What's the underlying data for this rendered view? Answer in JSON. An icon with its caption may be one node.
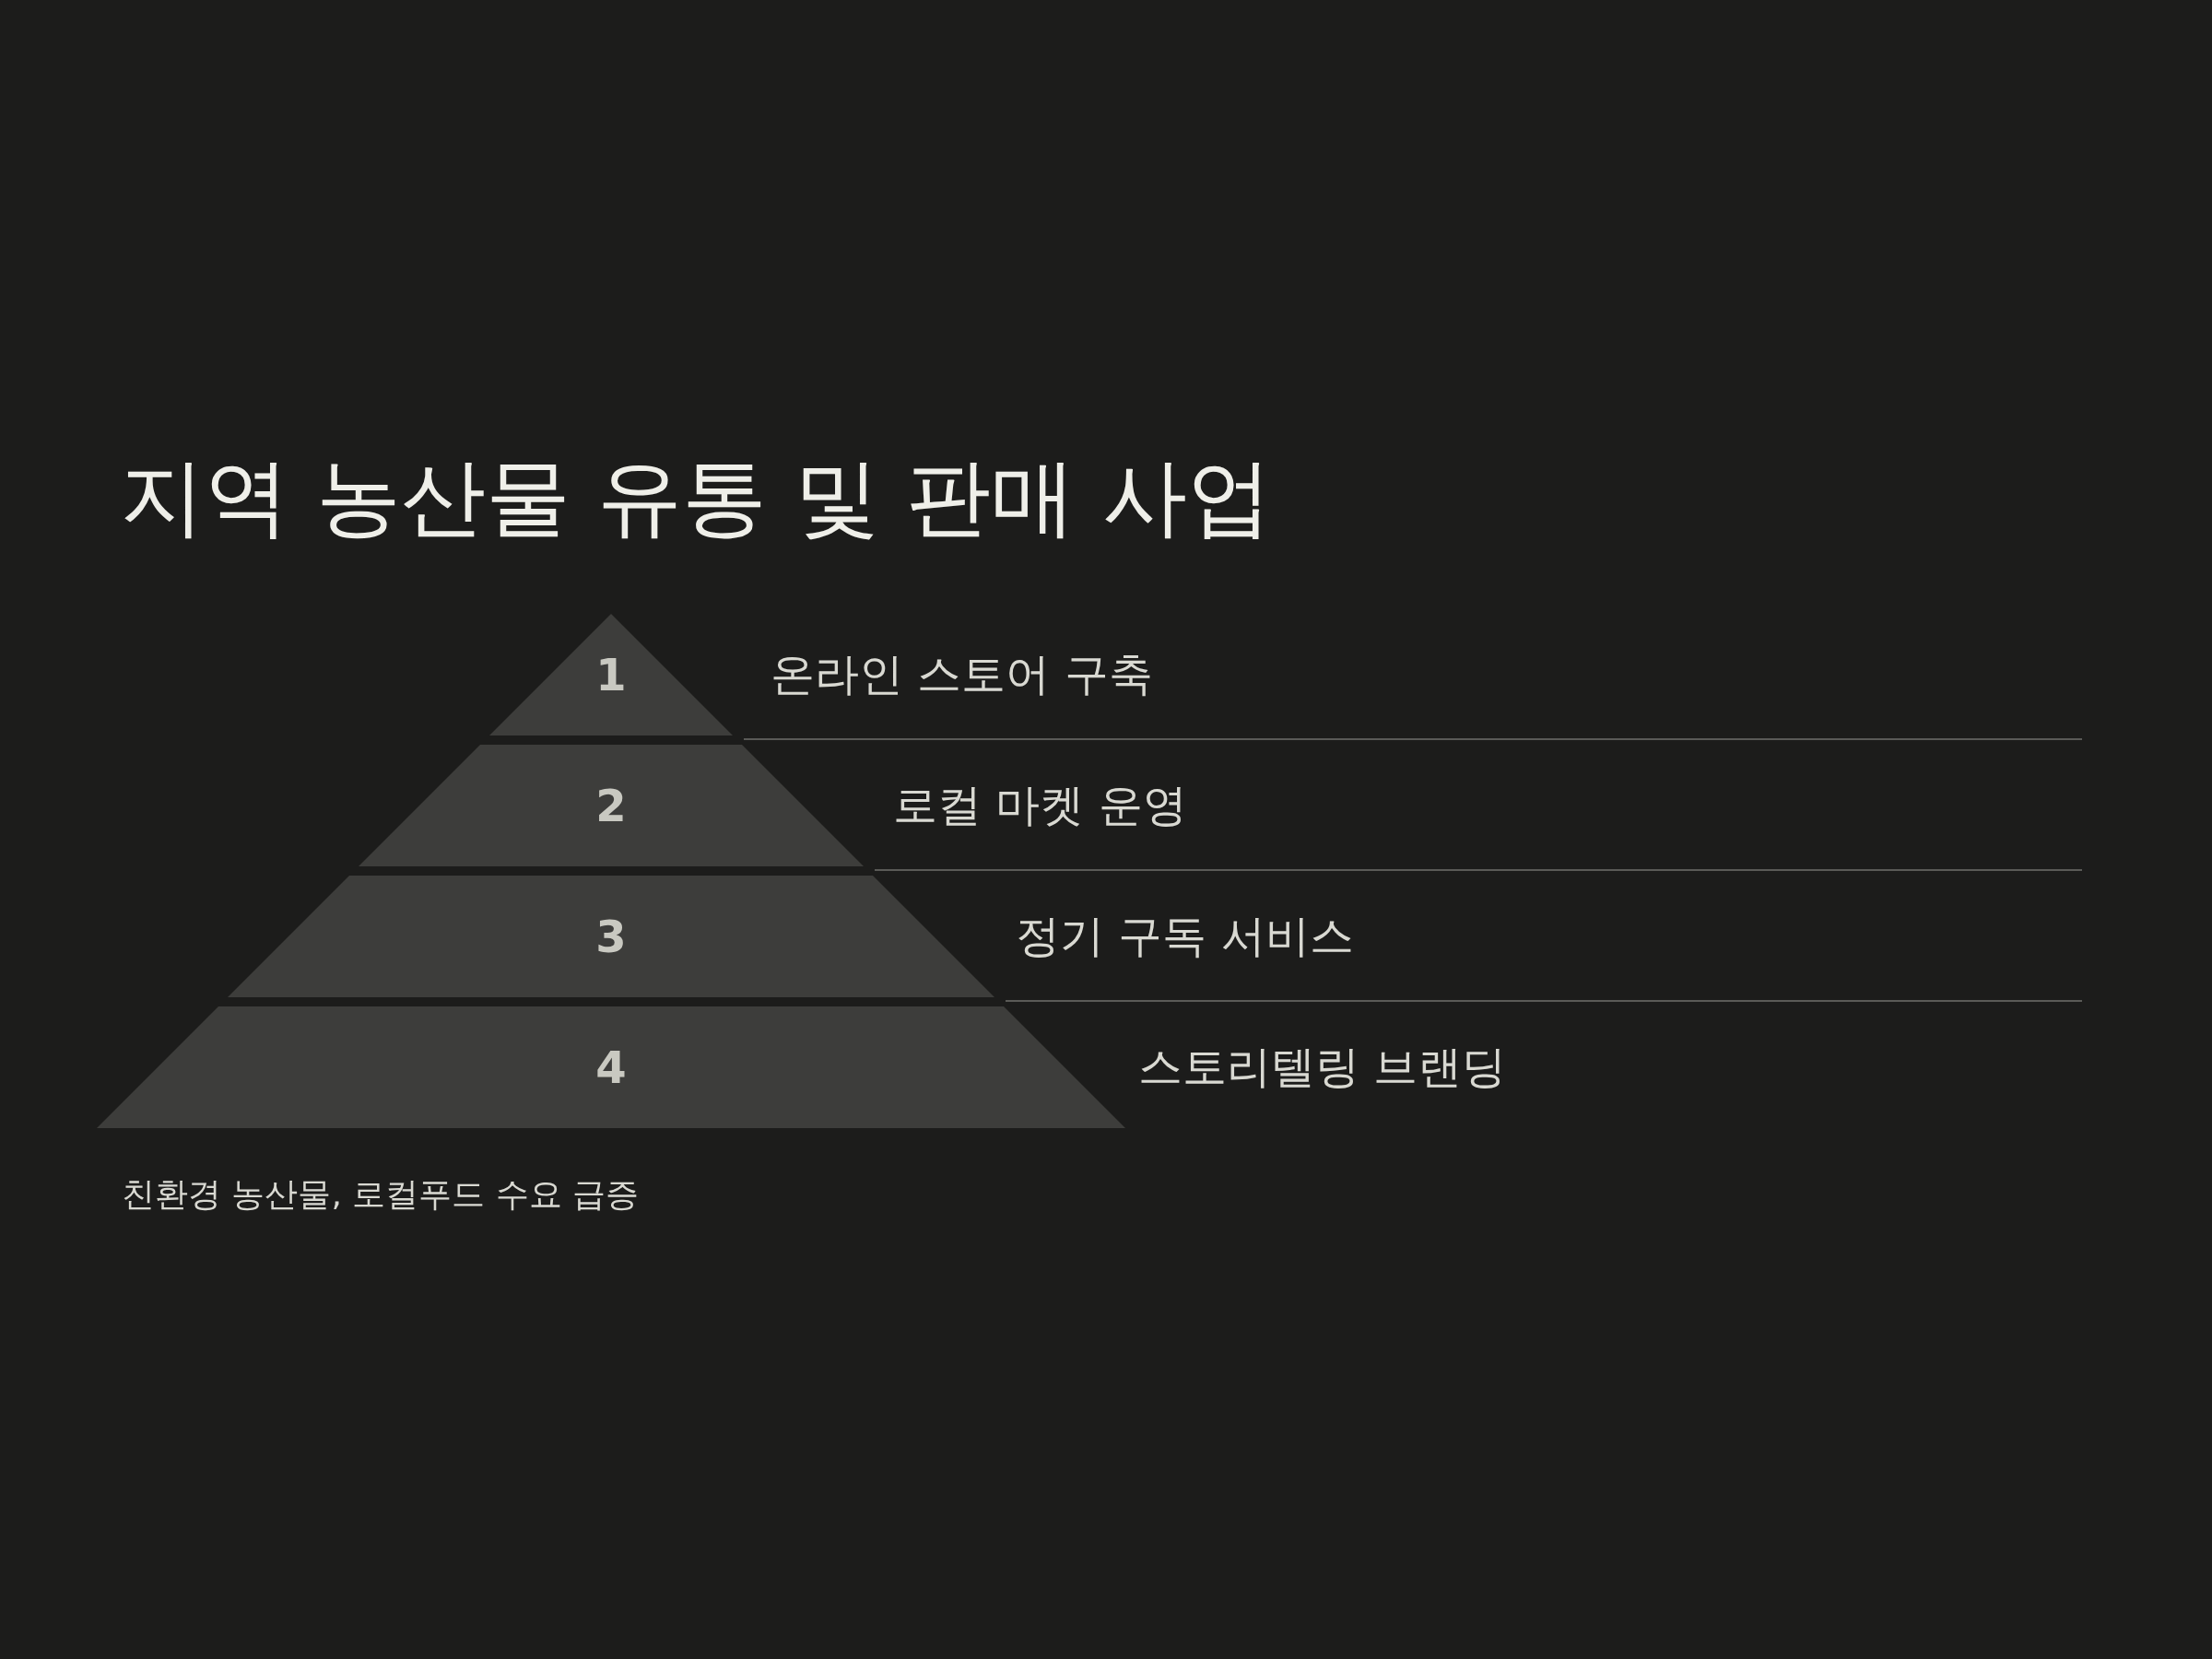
{
  "diagram": {
    "title": "지역 농산물 유통 및 판매 사업",
    "caption": "친환경 농산물, 로컬푸드 수요 급증",
    "nodes": [
      {
        "text": [
          "1"
        ],
        "beside": [
          "온라인 스토어 구축"
        ]
      },
      {
        "text": [
          "2"
        ],
        "beside": [
          "로컬 마켓 운영"
        ]
      },
      {
        "text": [
          "3"
        ],
        "beside": [
          "정기 구독 서비스"
        ]
      },
      {
        "text": [
          "4"
        ],
        "beside": [
          "스토리텔링 브랜딩"
        ]
      }
    ]
  }
}
